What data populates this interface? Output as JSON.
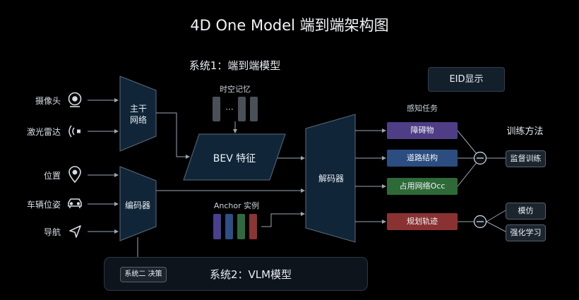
{
  "title": "4D One Model 端到端架构图",
  "system1": {
    "title": "系统1：端到端模型"
  },
  "system2": {
    "title": "系统2：VLM模型",
    "decision_label": "系统二 决策"
  },
  "eid_display": "EID显示",
  "inputs": [
    {
      "label": "摄像头",
      "icon": "camera-icon"
    },
    {
      "label": "激光雷达",
      "icon": "lidar-icon"
    },
    {
      "label": "位置",
      "icon": "location-pin-icon"
    },
    {
      "label": "车辆位姿",
      "icon": "car-icon"
    },
    {
      "label": "导航",
      "icon": "navigation-arrow-icon"
    }
  ],
  "backbone": {
    "label_line1": "主干",
    "label_line2": "网络"
  },
  "encoder": {
    "label": "编码器"
  },
  "spatio_temporal_memory": {
    "label": "时空记忆",
    "dots": "···"
  },
  "bev": {
    "label": "BEV 特征"
  },
  "anchor": {
    "label": "Anchor 实例",
    "colors": [
      "#4b3f8f",
      "#2d4f86",
      "#2f6a3e",
      "#8a3434"
    ]
  },
  "decoder": {
    "label": "解码器"
  },
  "perception": {
    "label": "感知任务",
    "tasks": [
      {
        "label": "障碍物",
        "color": "#4f3d86"
      },
      {
        "label": "道路结构",
        "color": "#2b4d80"
      },
      {
        "label": "占用网络Occ",
        "color": "#2e6a37"
      }
    ]
  },
  "planning": {
    "label": "规划轨迹",
    "color": "#8a3232"
  },
  "training": {
    "title": "训练方法",
    "methods": [
      "监督训练",
      "模仿",
      "强化学习"
    ]
  }
}
